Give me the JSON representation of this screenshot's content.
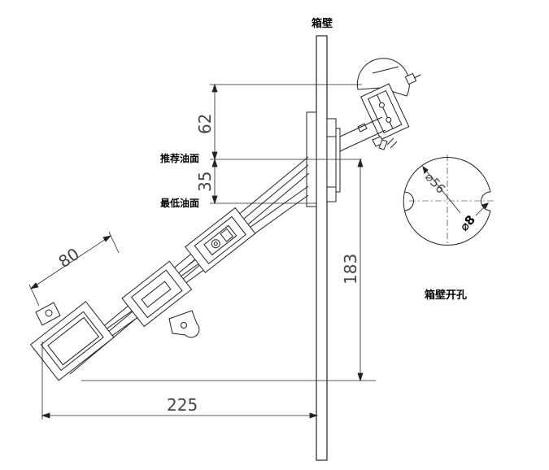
{
  "labels": {
    "wall": "箱壁",
    "recommended_oil_level": "推荐油面",
    "minimum_oil_level": "最低油面",
    "wall_opening": "箱壁开孔"
  },
  "dimensions": {
    "d62": "62",
    "d35": "35",
    "d80": "80",
    "d183": "183",
    "d225": "225",
    "hole_dia": "⌀56",
    "pin_dia": "⌀8"
  }
}
